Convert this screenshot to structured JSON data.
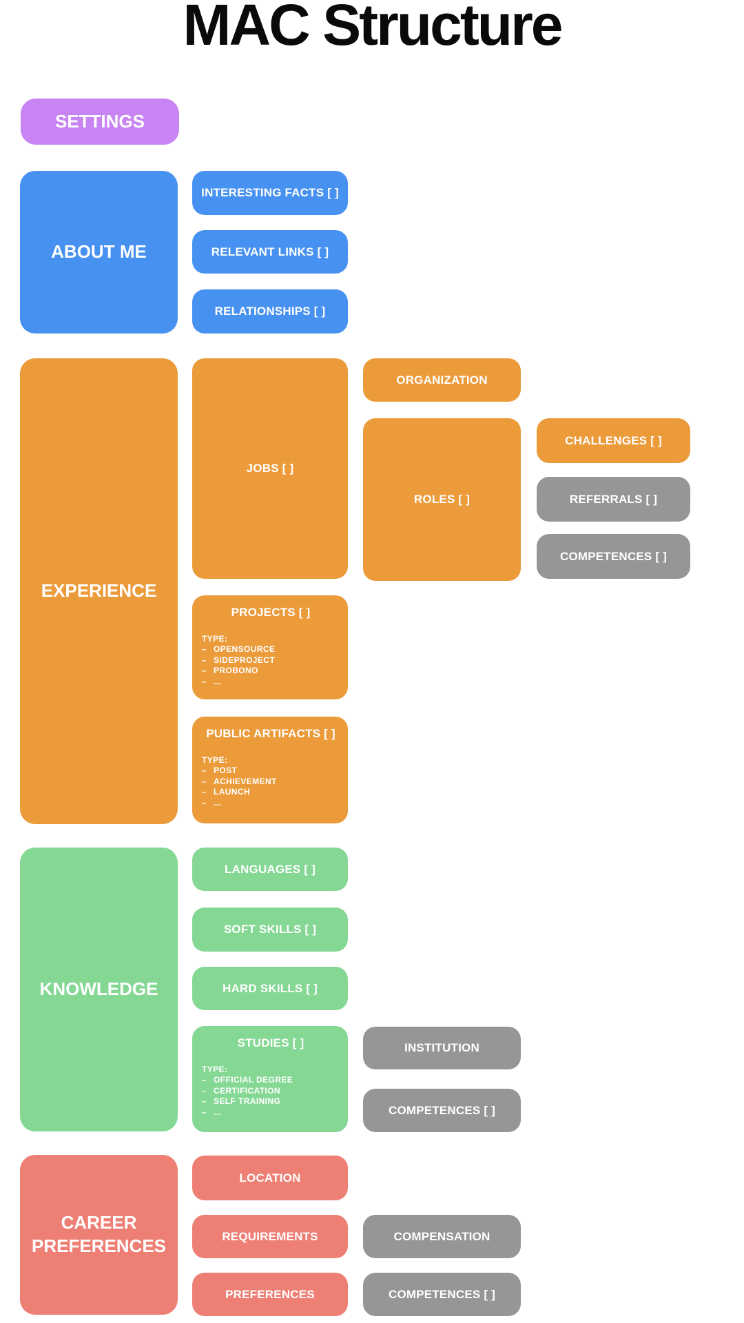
{
  "title": "MAC Structure",
  "colors": {
    "purple": "#c784f2",
    "blue": "#4791f0",
    "orange": "#ec9b3b",
    "green": "#85d794",
    "red": "#ee7f75",
    "gray": "#969696"
  },
  "settings": {
    "label": "SETTINGS"
  },
  "about_me": {
    "label": "ABOUT ME",
    "children": [
      "INTERESTING FACTS [ ]",
      "RELEVANT LINKS [ ]",
      "RELATIONSHIPS [ ]"
    ]
  },
  "experience": {
    "label": "EXPERIENCE",
    "jobs_label": "JOBS [ ]",
    "organization_label": "ORGANIZATION",
    "roles_label": "ROLES [ ]",
    "challenges_label": "CHALLENGES [ ]",
    "referrals_label": "REFERRALS [ ]",
    "competences_label": "COMPETENCES [ ]",
    "projects": {
      "label": "PROJECTS [ ]",
      "type_heading": "TYPE:",
      "types": [
        "OPENSOURCE",
        "SIDEPROJECT",
        "PROBONO",
        "..."
      ]
    },
    "public_artifacts": {
      "label": "PUBLIC ARTIFACTS [ ]",
      "type_heading": "TYPE:",
      "types": [
        "POST",
        "ACHIEVEMENT",
        "LAUNCH",
        "..."
      ]
    }
  },
  "knowledge": {
    "label": "KNOWLEDGE",
    "languages_label": "LANGUAGES [ ]",
    "soft_skills_label": "SOFT SKILLS [ ]",
    "hard_skills_label": "HARD SKILLS [ ]",
    "studies": {
      "label": "STUDIES [ ]",
      "type_heading": "TYPE:",
      "types": [
        "OFFICIAL DEGREE",
        "CERTIFICATION",
        "SELF TRAINING",
        "..."
      ]
    },
    "institution_label": "INSTITUTION",
    "competences_label": "COMPETENCES [ ]"
  },
  "career_preferences": {
    "label": "CAREER PREFERENCES",
    "location_label": "LOCATION",
    "requirements_label": "REQUIREMENTS",
    "compensation_label": "COMPENSATION",
    "preferences_label": "PREFERENCES",
    "competences_label": "COMPETENCES [ ]"
  }
}
